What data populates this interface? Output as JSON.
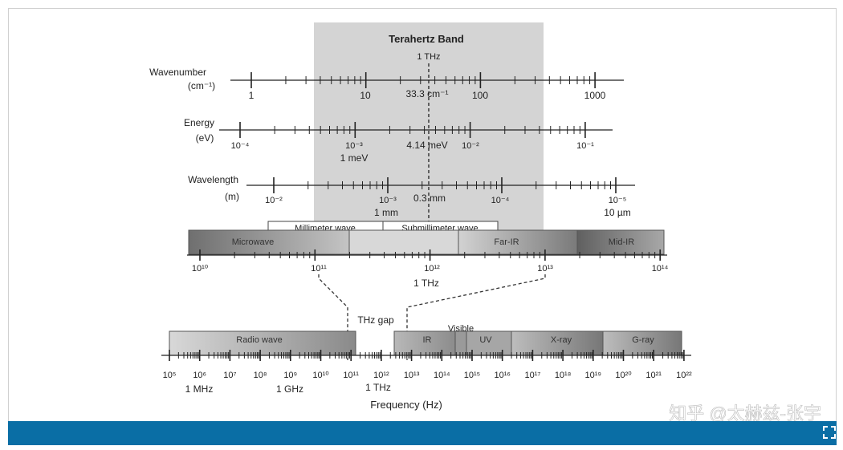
{
  "band": {
    "title": "Terahertz Band",
    "center": "1 THz"
  },
  "rows": [
    {
      "axis": "Wavenumber",
      "unit": "(cm⁻¹)",
      "ticks": [
        "1",
        "10",
        "100",
        "1000"
      ],
      "annotation": "33.3 cm⁻¹",
      "sublabel": ""
    },
    {
      "axis": "Energy",
      "unit": "(eV)",
      "ticks": [
        "10⁻⁴",
        "10⁻³",
        "10⁻²",
        "10⁻¹"
      ],
      "annotation": "4.14 meV",
      "sublabel": "1 meV"
    },
    {
      "axis": "Wavelength",
      "unit": "(m)",
      "ticks": [
        "10⁻²",
        "10⁻³",
        "10⁻⁴",
        "10⁻⁵"
      ],
      "annotation": "0.3 mm",
      "sublabel": "1 mm",
      "sublabel2": "10 µm"
    }
  ],
  "waves": {
    "millimeter": "Millimeter wave",
    "submillimeter": "Submillimeter wave"
  },
  "upper_regions": [
    "Microwave",
    "Far-IR",
    "Mid-IR"
  ],
  "upper_ticks": [
    "10¹⁰",
    "10¹¹",
    "10¹²",
    "10¹³",
    "10¹⁴"
  ],
  "upper_sublabel": "1 THz",
  "gap_label": "THz gap",
  "lower_regions": [
    "Radio wave",
    "IR",
    "Visible",
    "UV",
    "X-ray",
    "G-ray"
  ],
  "lower_ticks": [
    "10⁵",
    "10⁶",
    "10⁷",
    "10⁸",
    "10⁹",
    "10¹⁰",
    "10¹¹",
    "10¹²",
    "10¹³",
    "10¹⁴",
    "10¹⁵",
    "10¹⁶",
    "10¹⁷",
    "10¹⁸",
    "10¹⁹",
    "10²⁰",
    "10²¹",
    "10²²"
  ],
  "lower_sublabels": [
    "1 MHz",
    "1 GHz",
    "1 THz"
  ],
  "xlabel": "Frequency (Hz)",
  "watermark": "知乎 @太赫兹-张宇"
}
